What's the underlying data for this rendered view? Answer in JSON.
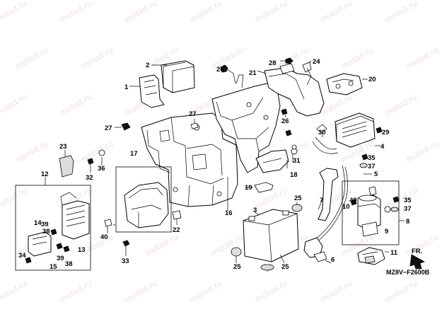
{
  "watermark_text": "motod.ru",
  "diagram_code": "MZ8V−F2600B",
  "front_arrow_label": "FR.",
  "callouts": [
    {
      "id": "c1",
      "label": "1"
    },
    {
      "id": "c2",
      "label": "2"
    },
    {
      "id": "c3",
      "label": "3"
    },
    {
      "id": "c4",
      "label": "4"
    },
    {
      "id": "c5",
      "label": "5"
    },
    {
      "id": "c6",
      "label": "6"
    },
    {
      "id": "c7",
      "label": "7"
    },
    {
      "id": "c8",
      "label": "8"
    },
    {
      "id": "c9",
      "label": "9"
    },
    {
      "id": "c10",
      "label": "10"
    },
    {
      "id": "c11",
      "label": "11"
    },
    {
      "id": "c12",
      "label": "12"
    },
    {
      "id": "c13",
      "label": "13"
    },
    {
      "id": "c14",
      "label": "14"
    },
    {
      "id": "c15",
      "label": "15"
    },
    {
      "id": "c16",
      "label": "16"
    },
    {
      "id": "c17",
      "label": "17"
    },
    {
      "id": "c18",
      "label": "18"
    },
    {
      "id": "c19",
      "label": "19"
    },
    {
      "id": "c20",
      "label": "20"
    },
    {
      "id": "c21",
      "label": "21"
    },
    {
      "id": "c22",
      "label": "22"
    },
    {
      "id": "c23",
      "label": "23"
    },
    {
      "id": "c24",
      "label": "24"
    },
    {
      "id": "c25a",
      "label": "25"
    },
    {
      "id": "c25b",
      "label": "25"
    },
    {
      "id": "c25c",
      "label": "25"
    },
    {
      "id": "c26a",
      "label": "26"
    },
    {
      "id": "c26b",
      "label": "26"
    },
    {
      "id": "c27a",
      "label": "27"
    },
    {
      "id": "c27b",
      "label": "27"
    },
    {
      "id": "c28",
      "label": "28"
    },
    {
      "id": "c29",
      "label": "29"
    },
    {
      "id": "c30",
      "label": "30"
    },
    {
      "id": "c31",
      "label": "31"
    },
    {
      "id": "c32",
      "label": "32"
    },
    {
      "id": "c33",
      "label": "33"
    },
    {
      "id": "c34",
      "label": "34"
    },
    {
      "id": "c35a",
      "label": "35"
    },
    {
      "id": "c35b",
      "label": "35"
    },
    {
      "id": "c36",
      "label": "36"
    },
    {
      "id": "c37a",
      "label": "37"
    },
    {
      "id": "c37b",
      "label": "37"
    },
    {
      "id": "c38a",
      "label": "38"
    },
    {
      "id": "c38b",
      "label": "38"
    },
    {
      "id": "c39a",
      "label": "39"
    },
    {
      "id": "c39b",
      "label": "39"
    },
    {
      "id": "c40a",
      "label": "40"
    },
    {
      "id": "c40b",
      "label": "40"
    }
  ]
}
